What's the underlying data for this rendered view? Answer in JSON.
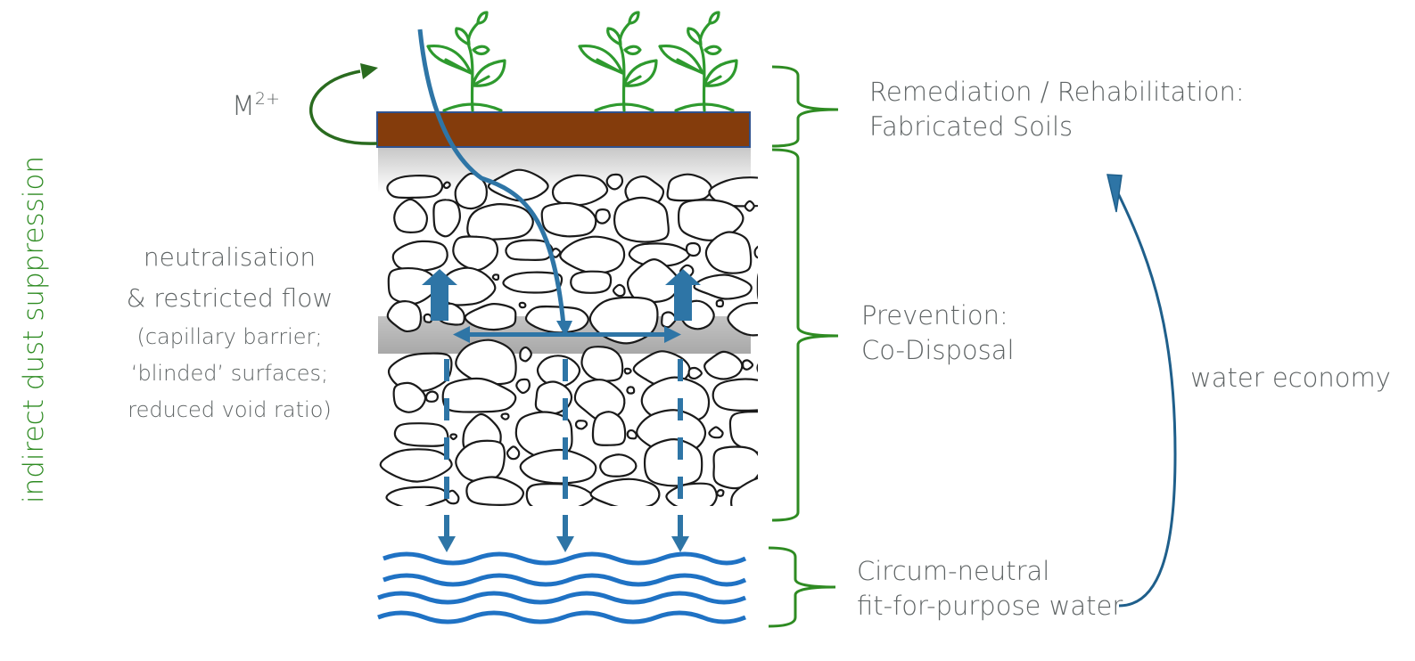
{
  "colors": {
    "soil": "#843c0c",
    "soil_border": "#2f528f",
    "plant": "#2e9a2e",
    "bracket": "#2e8b22",
    "flow_arrow": "#2e75a6",
    "water": "#1f72c4",
    "economy_arrow": "#1f5f8b",
    "cycle_arrow": "#2a6b1f",
    "text": "#5f6465",
    "side_text": "#2e8b22"
  },
  "labels": {
    "metal_ion": {
      "base": "M",
      "superscript": "2+"
    },
    "mechanism": {
      "line1": "neutralisation",
      "line2": "& restricted flow",
      "line3": "(capillary barrier;",
      "line4": "‘blinded’ surfaces;",
      "line5": "reduced void ratio)"
    },
    "side_vertical": "indirect dust suppression",
    "remediation": {
      "line1": "Remediation / Rehabilitation:",
      "line2": "Fabricated Soils"
    },
    "prevention": {
      "line1": "Prevention:",
      "line2": "Co-Disposal"
    },
    "water": {
      "line1": "Circum-neutral",
      "line2": "fit-for-purpose water"
    },
    "water_economy": "water economy"
  },
  "layers": [
    {
      "name": "fabricated-soil",
      "bracket_label": "remediation"
    },
    {
      "name": "co-disposal-waste-rock",
      "bracket_label": "prevention"
    },
    {
      "name": "water",
      "bracket_label": "water"
    }
  ],
  "plants": {
    "count": 3
  },
  "water_waves": {
    "count": 4
  },
  "seepage_arrows": {
    "count": 3
  },
  "capillary_up_arrows": {
    "count": 2
  }
}
